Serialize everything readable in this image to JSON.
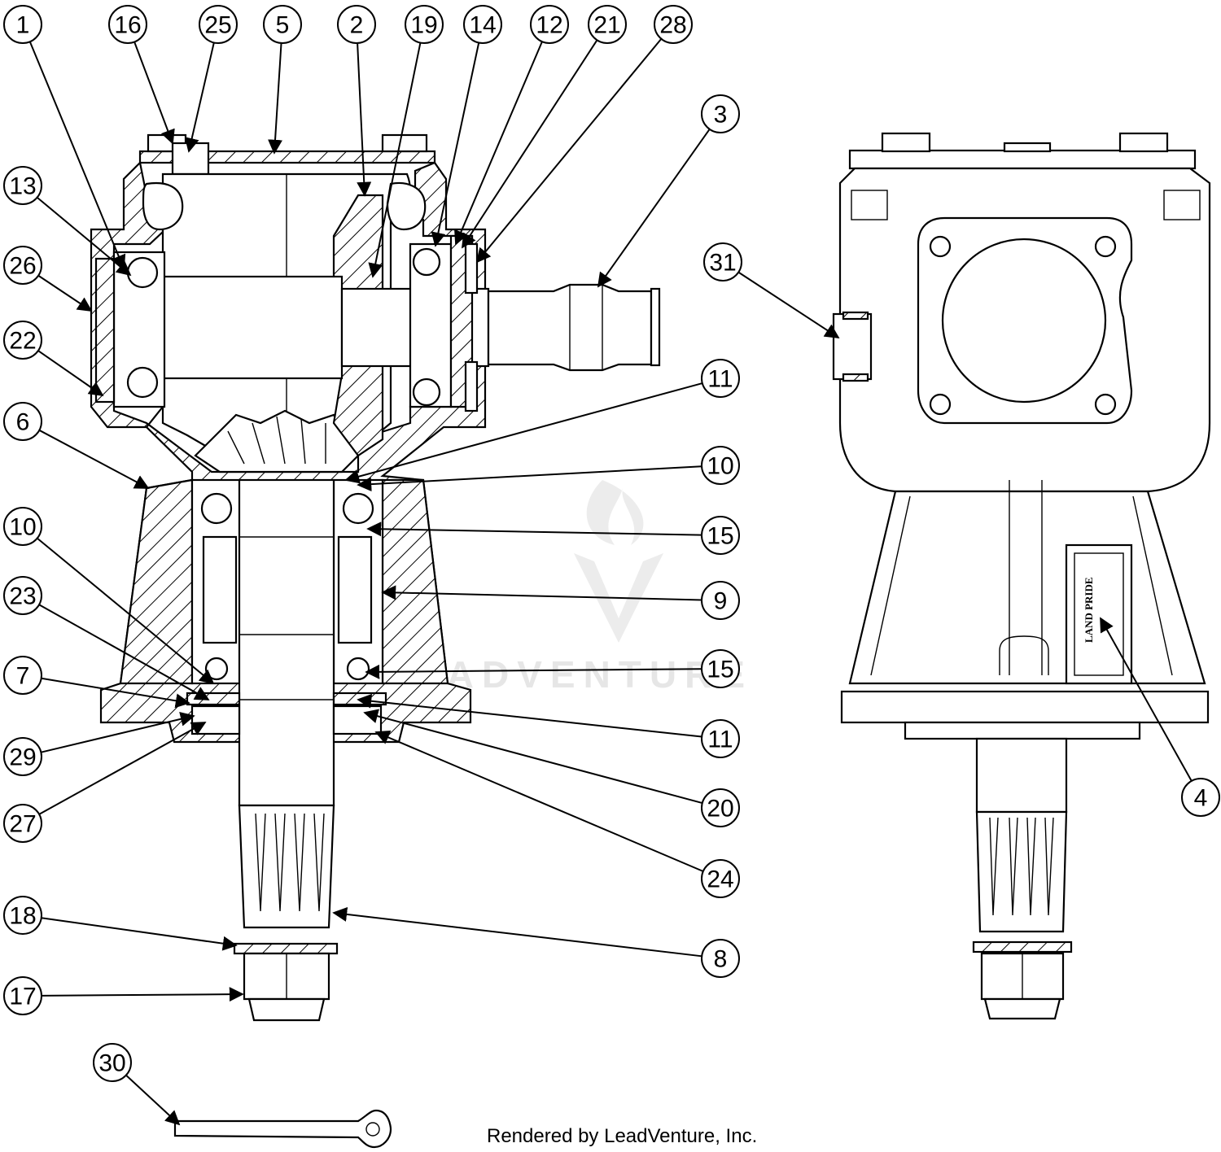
{
  "callouts": [
    {
      "label": "1"
    },
    {
      "label": "16"
    },
    {
      "label": "25"
    },
    {
      "label": "5"
    },
    {
      "label": "2"
    },
    {
      "label": "19"
    },
    {
      "label": "14"
    },
    {
      "label": "12"
    },
    {
      "label": "21"
    },
    {
      "label": "28"
    },
    {
      "label": "3"
    },
    {
      "label": "13"
    },
    {
      "label": "26"
    },
    {
      "label": "22"
    },
    {
      "label": "6"
    },
    {
      "label": "11"
    },
    {
      "label": "10"
    },
    {
      "label": "15"
    },
    {
      "label": "9"
    },
    {
      "label": "10"
    },
    {
      "label": "23"
    },
    {
      "label": "7"
    },
    {
      "label": "15"
    },
    {
      "label": "11"
    },
    {
      "label": "29"
    },
    {
      "label": "27"
    },
    {
      "label": "20"
    },
    {
      "label": "24"
    },
    {
      "label": "18"
    },
    {
      "label": "8"
    },
    {
      "label": "17"
    },
    {
      "label": "30"
    },
    {
      "label": "31"
    },
    {
      "label": "4"
    }
  ],
  "decal_text": "LAND PRIDE",
  "watermark_text": "LEADVENTURE",
  "credit": "Rendered by LeadVenture, Inc.",
  "colors": {
    "line": "#000000",
    "background": "#ffffff",
    "watermark": "#e6e6e6"
  }
}
